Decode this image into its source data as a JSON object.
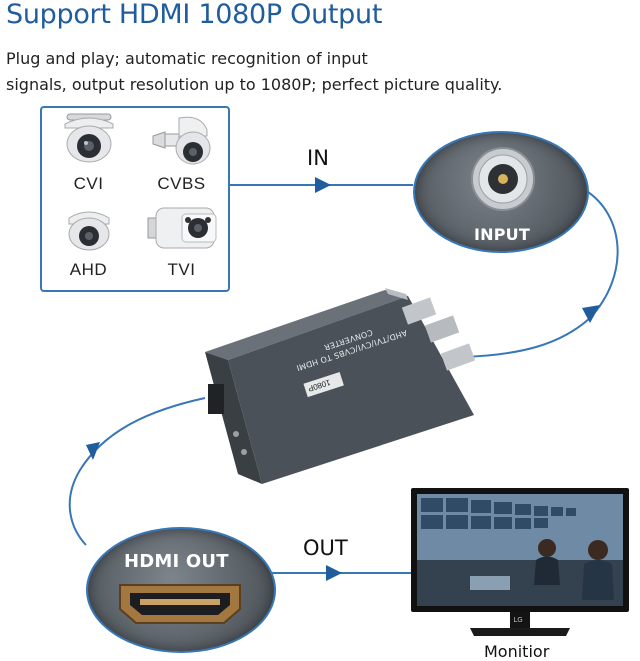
{
  "title": "Support HDMI 1080P Output",
  "subtitle": {
    "line1": "Plug and play; automatic recognition of input",
    "line2": "signals, output resolution up to 1080P; perfect picture quality."
  },
  "cameras": [
    {
      "label": "CVI",
      "icon": "dome-camera-icon"
    },
    {
      "label": "CVBS",
      "icon": "ptz-camera-icon"
    },
    {
      "label": "AHD",
      "icon": "dome-camera-icon"
    },
    {
      "label": "TVI",
      "icon": "bullet-camera-icon"
    }
  ],
  "flow": {
    "in_label": "IN",
    "out_label": "OUT"
  },
  "input_port": {
    "label": "INPUT",
    "icon": "bnc-connector-icon"
  },
  "output_port": {
    "label": "HDMI OUT",
    "icon": "hdmi-port-icon"
  },
  "device": {
    "label_line1": "AHD/TVI/CVI/CVBS TO HDMI",
    "label_line2": "CONVERTER",
    "badge": "1080P"
  },
  "monitor": {
    "caption": "Monitior",
    "brand": "LG"
  },
  "colors": {
    "accent": "#1f5d9d",
    "border": "#3777b7",
    "device_body": "#4a5158"
  }
}
